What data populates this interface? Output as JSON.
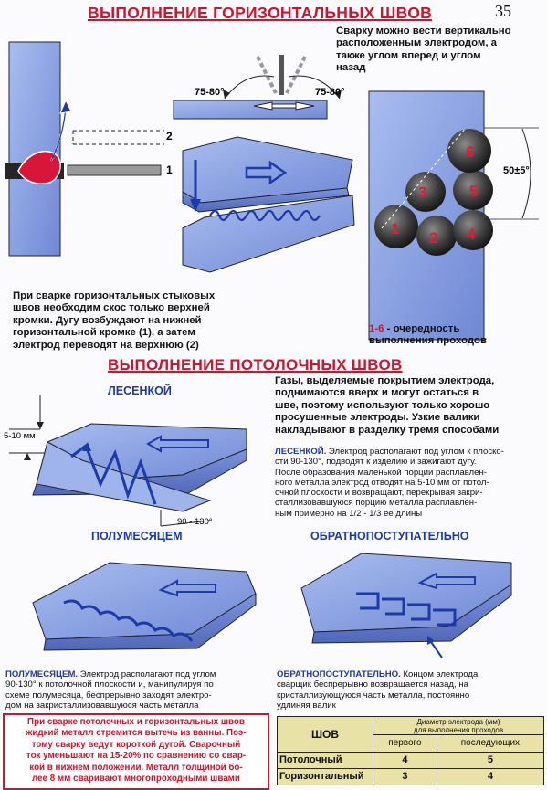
{
  "page_number": "35",
  "section1": {
    "title": "ВЫПОЛНЕНИЕ ГОРИЗОНТАЛЬНЫХ ШВОВ",
    "note_top": [
      "Сварку можно вести вертикально",
      "расположенным электродом, а",
      "также углом вперед и углом",
      "назад"
    ],
    "angle_left": "75-80°",
    "angle_right": "75-80°",
    "callout_1": "1",
    "callout_2": "2",
    "desc": [
      "При сварке горизонтальных стыковых",
      "швов необходим скос только верхней",
      "кромки. Дугу возбуждают на нижней",
      "горизонтальной кромке (1), а затем",
      "электрод переводят на верхнюю (2)"
    ],
    "angle_section": "50±5°",
    "pass_numbers": [
      "1",
      "2",
      "3",
      "4",
      "5",
      "6"
    ],
    "order_num": "1-6",
    "order_text": [
      "- очередность",
      "выполнения проходов"
    ]
  },
  "section2": {
    "title": "ВЫПОЛНЕНИЕ ПОТОЛОЧНЫХ ШВОВ",
    "intro": [
      "Газы, выделяемые покрытием электрода,",
      "поднимаются вверх и могут остаться в",
      "шве, поэтому используют только хорошо",
      "просушенные электроды. Узкие валики",
      "накладывают в разделку тремя способами"
    ],
    "ladder_label": "ЛЕСЕНКОЙ",
    "ladder_dim": "5-10 мм",
    "ladder_angle": "90 - 130°",
    "ladder_desc_head": "ЛЕСЕНКОЙ.",
    "ladder_desc": [
      " Электрод располагают под углом к плоско-",
      "сти 90-130°,  подводят к изделию и зажигают дугу.",
      "После образования маленькой порции расплавлен-",
      "ного металла электрод отводят на 5-10 мм от потол-",
      "очной плоскости и возвращают, перекрывая закри-",
      "сталлизовавшуюся порцию металла расплавлен-",
      "ным примерно на 1/2 - 1/3 ее длины"
    ],
    "crescent_label": "ПОЛУМЕСЯЦЕМ",
    "back_label": "ОБРАТНОПОСТУПАТЕЛЬНО",
    "crescent_desc_head": "ПОЛУМЕСЯЦЕМ.",
    "crescent_desc": [
      " Электрод располагают под углом",
      "90-130° к потолочной плоскости и, манипулируя по",
      "схеме полумесяца, беспрерывно заходят электро-",
      "дом на закристаллизовавшуюся часть металла"
    ],
    "back_desc_head": "ОБРАТНОПОСТУПАТЕЛЬНО.",
    "back_desc": [
      " Концом электрода",
      "сварщик беспрерывно возвращается назад, на",
      "кристаллизующуюся часть металла, постоянно",
      "удлиняя валик"
    ],
    "warning": [
      "При сварке потолочных и горизонтальных швов",
      "жидкий металл стремится вытечь из ванны. Поэ-",
      "тому сварку ведут короткой дугой. Сварочный",
      "ток уменьшают на 15-20% по сравнению со свар-",
      "кой в нижнем положении. Металл толщиной бо-",
      "лее 8 мм сваривают многопроходными швами"
    ]
  },
  "table": {
    "col_seam": "ШОВ",
    "col_diam": [
      "Диаметр электрода (мм)",
      "для выполнения проходов"
    ],
    "sub_first": "первого",
    "sub_next": "последующих",
    "rows": [
      {
        "name": "Потолочный",
        "first": "4",
        "next": "5"
      },
      {
        "name": "Горизонтальный",
        "first": "3",
        "next": "4"
      }
    ]
  },
  "colors": {
    "title_red": "#d3122b",
    "steel_blue": "#8fa6e6",
    "label_blue": "#1d3aa8",
    "table_bg": "#e9e2a6"
  }
}
